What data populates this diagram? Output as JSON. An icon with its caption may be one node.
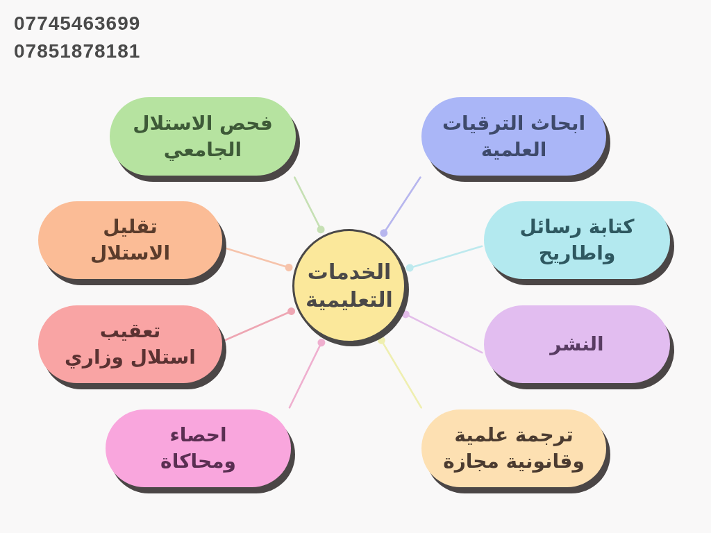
{
  "diagram": {
    "nodes": [
      {
        "text": [
          "الخدمات التعليمية"
        ]
      },
      {
        "text": [
          "ابحاث الترقيات العلمية"
        ]
      },
      {
        "text": [
          "فحص الاستلال الجامعي"
        ]
      },
      {
        "text": [
          "كتابة رسائل واطاريح"
        ]
      },
      {
        "text": [
          "تقليل الاستلال"
        ]
      },
      {
        "text": [
          "النشر"
        ]
      },
      {
        "text": [
          "تعقيب استلال وزاري"
        ]
      },
      {
        "text": [
          "ترجمة علمية وقانونية مجازة"
        ]
      },
      {
        "text": [
          "احصاء ومحاكاة"
        ]
      }
    ],
    "edges": [
      {
        "from": 1,
        "to": 0,
        "arrow": "other",
        "color": "#b7b6ee"
      },
      {
        "from": 2,
        "to": 0,
        "arrow": "other",
        "color": "#c6e0b4"
      },
      {
        "from": 3,
        "to": 0,
        "arrow": "other",
        "color": "#bde9ee"
      },
      {
        "from": 4,
        "to": 0,
        "arrow": "other",
        "color": "#f6c3ab"
      },
      {
        "from": 5,
        "to": 0,
        "arrow": "other",
        "color": "#e3bde9"
      },
      {
        "from": 6,
        "to": 0,
        "arrow": "other",
        "color": "#eea6b3"
      },
      {
        "from": 7,
        "to": 0,
        "arrow": "other",
        "color": "#efefb0"
      },
      {
        "from": 8,
        "to": 0,
        "arrow": "other",
        "color": "#efafcf"
      }
    ],
    "labels": [
      "07745463699",
      "07851878181"
    ]
  }
}
